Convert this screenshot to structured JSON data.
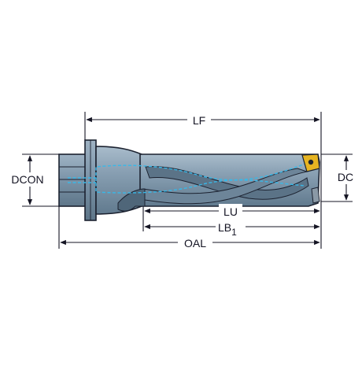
{
  "labels": {
    "lf": "LF",
    "dcon": "DCON",
    "dc": "DC",
    "lu": "LU",
    "lb_main": "LB",
    "lb_sub": "1",
    "oal": "OAL"
  },
  "colors": {
    "body_fill": "#7e96aa",
    "body_dark": "#5c7488",
    "body_light": "#a7b9c8",
    "outline": "#1c2230",
    "coolant": "#38b8e8",
    "insert_gold": "#e6b422",
    "dimension_line": "#141423"
  }
}
